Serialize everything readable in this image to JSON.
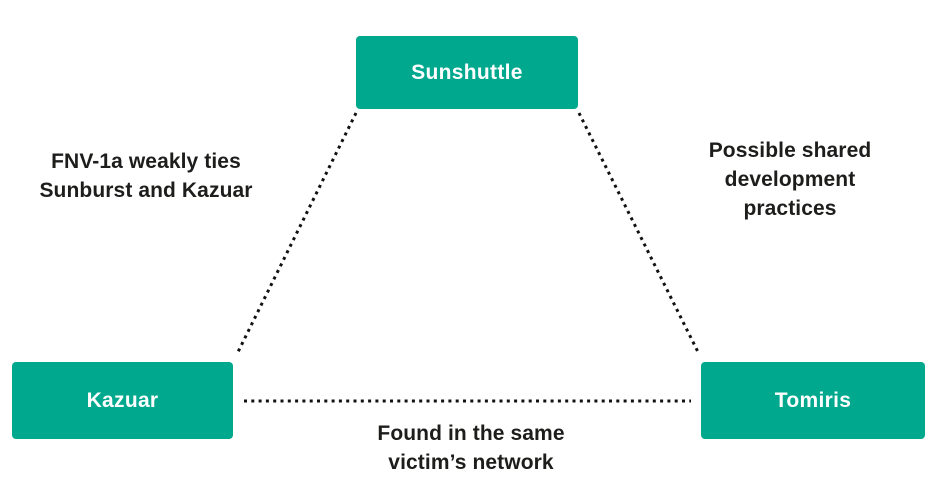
{
  "colors": {
    "accent": "#00a88e",
    "text": "#1d1d1b",
    "line": "#111111",
    "node-label": "#ffffff",
    "background": "#ffffff"
  },
  "nodes": [
    {
      "id": "sunshuttle",
      "label": "Sunshuttle"
    },
    {
      "id": "kazuar",
      "label": "Kazuar"
    },
    {
      "id": "tomiris",
      "label": "Tomiris"
    }
  ],
  "edges": [
    {
      "id": "sunshuttle-kazuar",
      "from": "Sunshuttle",
      "to": "Kazuar",
      "style": "dotted",
      "label_lines": [
        "FNV-1a weakly ties",
        "Sunburst and Kazuar"
      ]
    },
    {
      "id": "sunshuttle-tomiris",
      "from": "Sunshuttle",
      "to": "Tomiris",
      "style": "dotted",
      "label_lines": [
        "Possible shared",
        "development",
        "practices"
      ]
    },
    {
      "id": "kazuar-tomiris",
      "from": "Kazuar",
      "to": "Tomiris",
      "style": "dotted",
      "label_lines": [
        "Found in the same",
        "victim’s network"
      ]
    }
  ]
}
